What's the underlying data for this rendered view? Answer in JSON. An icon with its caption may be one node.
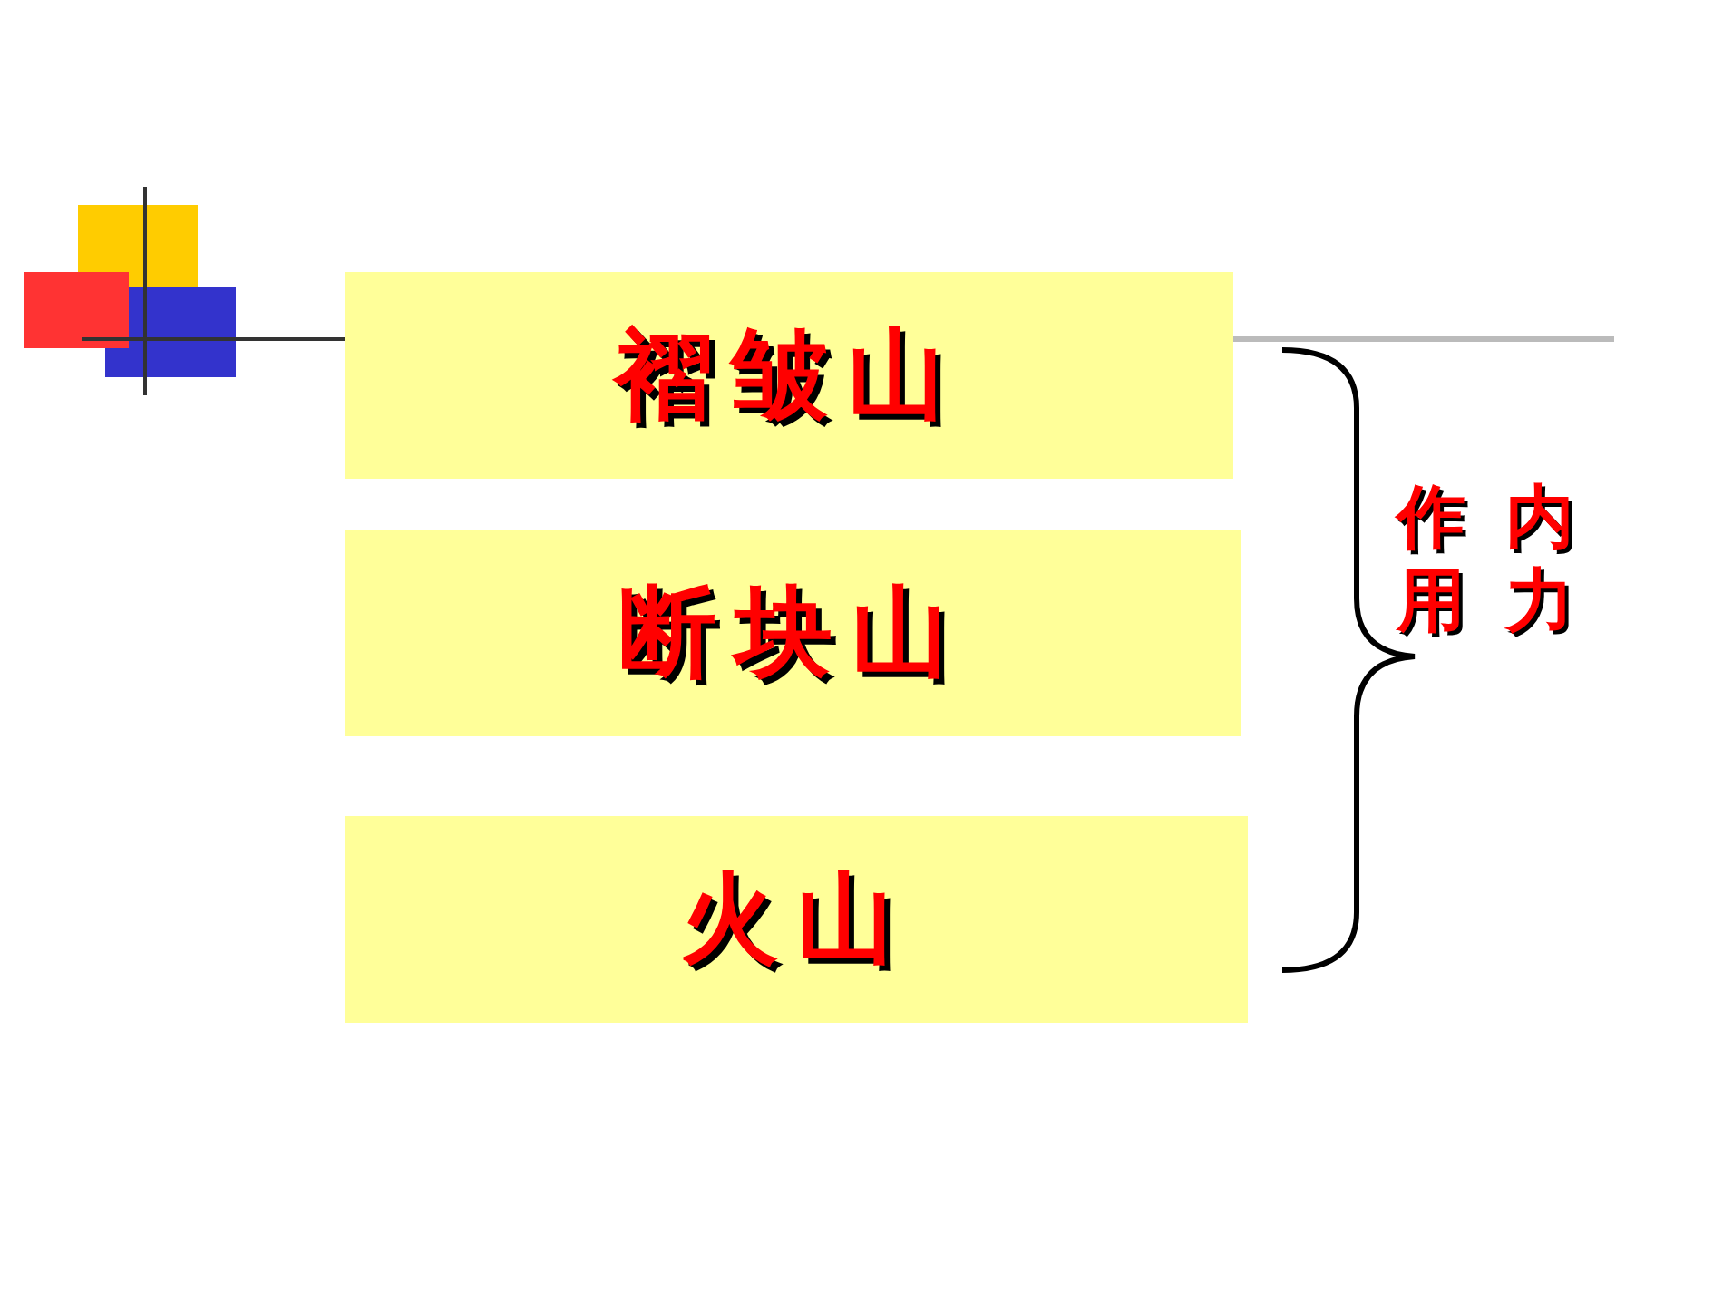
{
  "diagram": {
    "nodes": [
      {
        "text": [
          "褶皱山"
        ]
      },
      {
        "text": [
          "断块山"
        ]
      },
      {
        "text": [
          "火山"
        ]
      }
    ],
    "labels": [
      "内力作用"
    ]
  }
}
